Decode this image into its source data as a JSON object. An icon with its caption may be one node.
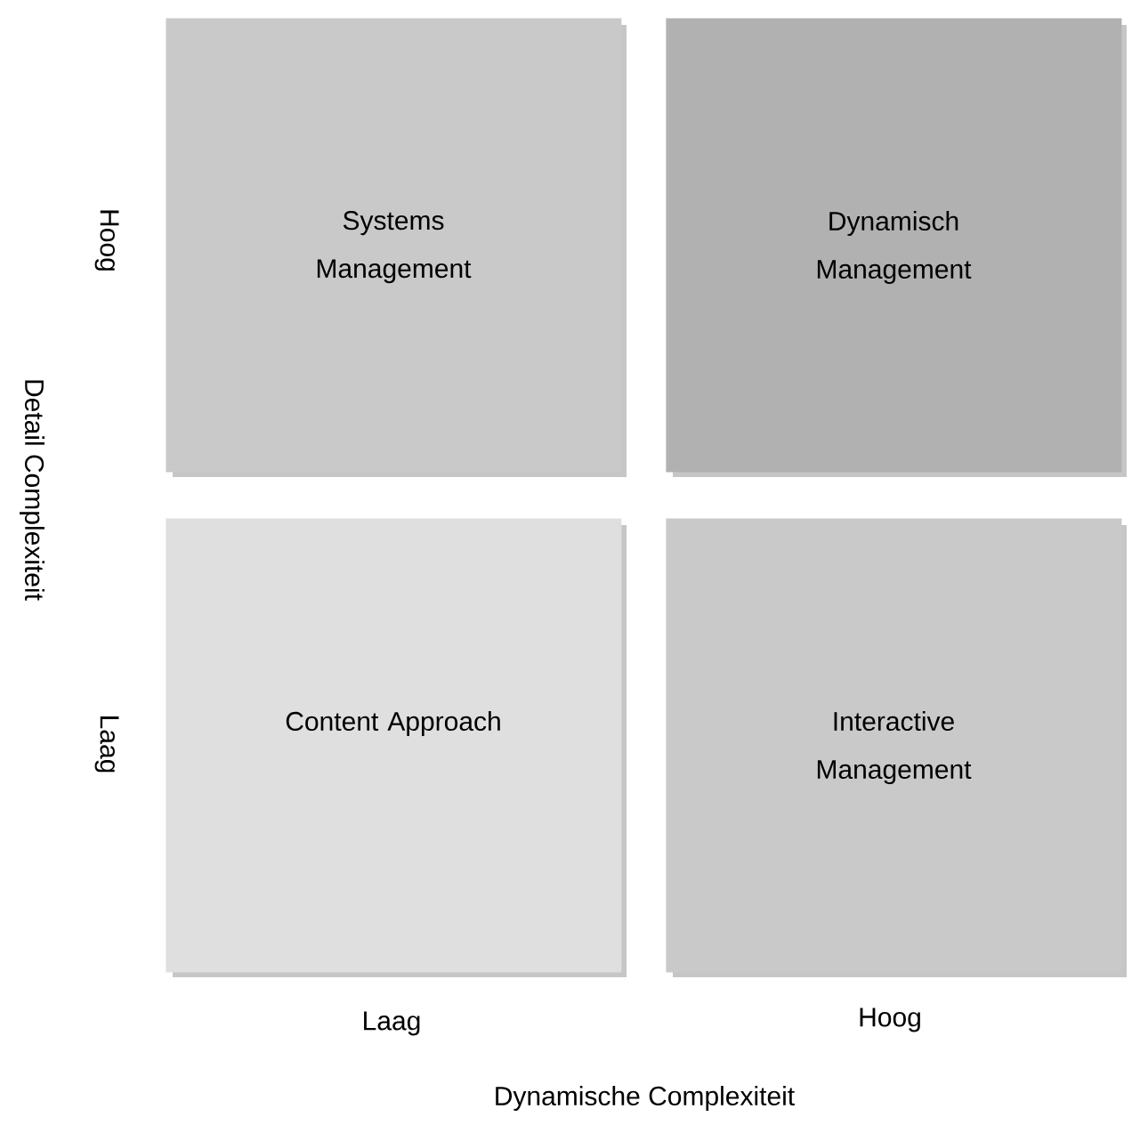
{
  "diagram": {
    "nodes": [
      {
        "text": [
          "Systems Management"
        ]
      },
      {
        "text": [
          "Dynamisch Management"
        ]
      },
      {
        "text": [
          "Content Approach"
        ]
      },
      {
        "text": [
          "Interactive Management"
        ]
      }
    ],
    "labels": [
      "Hoog",
      "Detail Complexiteit",
      "Laag",
      "Laag",
      "Hoog",
      "Dynamische Complexiteit"
    ]
  }
}
